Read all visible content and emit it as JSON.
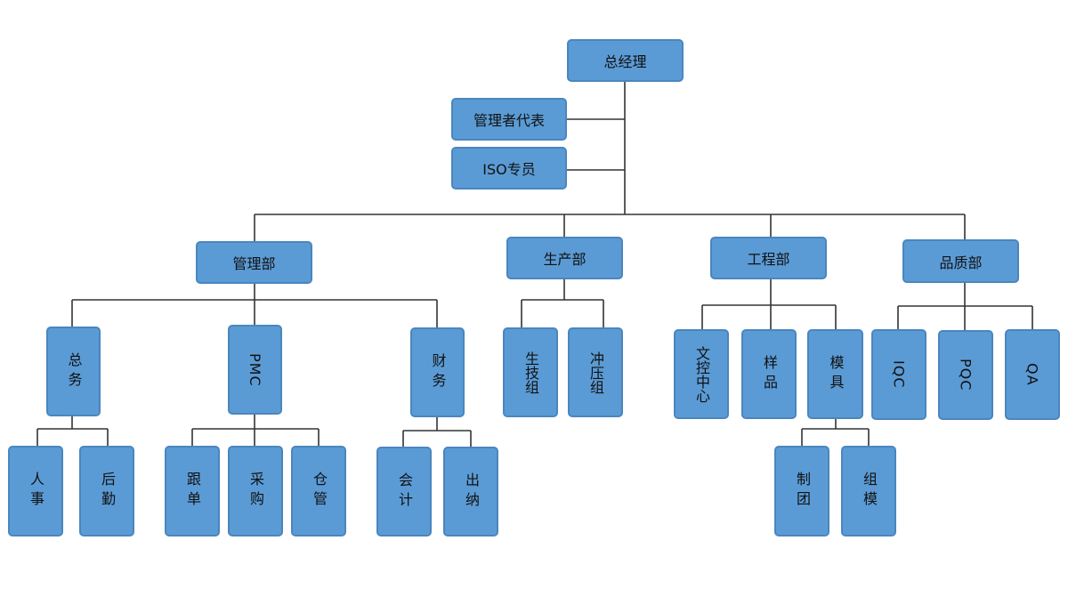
{
  "chart": {
    "top": {
      "label": "总经理"
    },
    "staff": [
      {
        "label": "管理者代表"
      },
      {
        "label": "ISO专员"
      }
    ],
    "departments": [
      {
        "label": "管理部",
        "children": [
          {
            "label": "总务",
            "children": [
              {
                "label": "人事"
              },
              {
                "label": "后勤"
              }
            ]
          },
          {
            "label": "PMC",
            "children": [
              {
                "label": "跟单"
              },
              {
                "label": "采购"
              },
              {
                "label": "仓管"
              }
            ]
          },
          {
            "label": "财务",
            "children": [
              {
                "label": "会计"
              },
              {
                "label": "出纳"
              }
            ]
          }
        ]
      },
      {
        "label": "生产部",
        "children": [
          {
            "label": "生技组"
          },
          {
            "label": "冲压组"
          }
        ]
      },
      {
        "label": "工程部",
        "children": [
          {
            "label": "文控中心"
          },
          {
            "label": "样品"
          },
          {
            "label": "模具",
            "children": [
              {
                "label": "制团"
              },
              {
                "label": "组模"
              }
            ]
          }
        ]
      },
      {
        "label": "品质部",
        "children": [
          {
            "label": "IQC"
          },
          {
            "label": "PQC"
          },
          {
            "label": "QA"
          }
        ]
      }
    ]
  },
  "colors": {
    "box_fill": "#5b9bd5",
    "box_border": "#4a86be",
    "connector": "#333333"
  }
}
